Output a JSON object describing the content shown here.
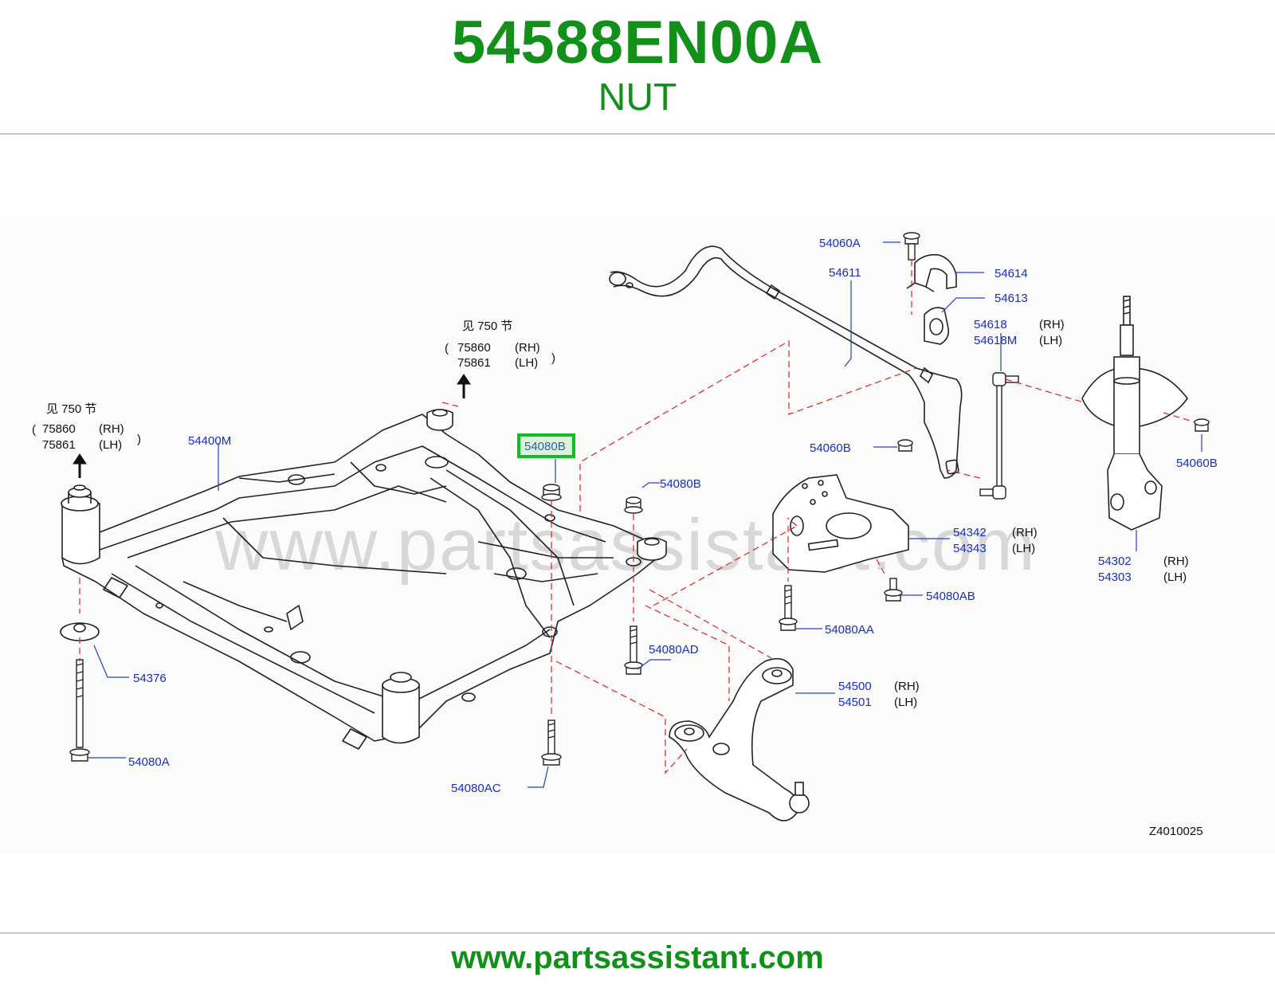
{
  "header": {
    "part_number": "54588EN00A",
    "part_name": "NUT"
  },
  "footer": {
    "url": "www.partsassistant.com"
  },
  "diagram": {
    "watermark": "www.partsassistant.com",
    "figure_code": "Z4010025",
    "highlighted_callout": "54080B",
    "see_refs": {
      "left": {
        "heading": "见 750 节",
        "lines": [
          {
            "part": "75860",
            "side": "(RH)"
          },
          {
            "part": "75861",
            "side": "(LH)"
          }
        ]
      },
      "top": {
        "heading": "见 750 节",
        "lines": [
          {
            "part": "75860",
            "side": "(RH)"
          },
          {
            "part": "75861",
            "side": "(LH)"
          }
        ]
      }
    },
    "callouts": {
      "c54400M": "54400M",
      "c54376": "54376",
      "c54080A": "54080A",
      "c54080AC": "54080AC",
      "c54080B_hl": "54080B",
      "c54080B": "54080B",
      "c54080AD": "54080AD",
      "c54080AA": "54080AA",
      "c54080AB": "54080AB",
      "c54342": "54342",
      "c54343": "54343",
      "c54500": "54500",
      "c54501": "54501",
      "c54060A": "54060A",
      "c54611": "54611",
      "c54614": "54614",
      "c54613": "54613",
      "c54618": "54618",
      "c54618M": "54618M",
      "c54060B_l": "54060B",
      "c54060B_r": "54060B",
      "c54302": "54302",
      "c54303": "54303"
    },
    "sides": {
      "rh": "(RH)",
      "lh": "(LH)"
    }
  }
}
